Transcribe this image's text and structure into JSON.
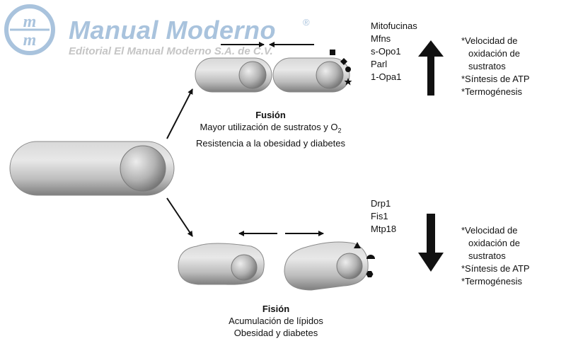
{
  "logo": {
    "badge_text": "mm",
    "title": "Manual Moderno",
    "registered": "®",
    "subtitle": "Editorial El Manual Moderno S.A. de C.V."
  },
  "fusion": {
    "heading": "Fusión",
    "line1": "Mayor utilización de sustratos y O",
    "line1_sub": "2",
    "line2": "Resistencia a la obesidad y diabetes",
    "proteins": [
      "Mitofucinas",
      "Mfns",
      "s-Opo1",
      "Parl",
      "1-Opa1"
    ],
    "direction": "increase",
    "effects": [
      "*Velocidad de",
      "oxidación de",
      "sustratos",
      "*Síntesis de ATP",
      "*Termogénesis"
    ]
  },
  "fission": {
    "heading": "Fisión",
    "line1": "Acumulación de lípidos",
    "line2": "Obesidad y diabetes",
    "proteins": [
      "Drp1",
      "Fis1",
      "Mtp18"
    ],
    "direction": "decrease",
    "effects": [
      "*Velocidad de",
      "oxidación de",
      "sustratos",
      "*Síntesis de ATP",
      "*Termogénesis"
    ]
  },
  "colors": {
    "logo_blue": "#a9c3dd",
    "logo_gray": "#c5c5c5",
    "mito_body": "#c4c4c4",
    "mito_dark": "#6e6e6e",
    "arrow": "#111111"
  }
}
